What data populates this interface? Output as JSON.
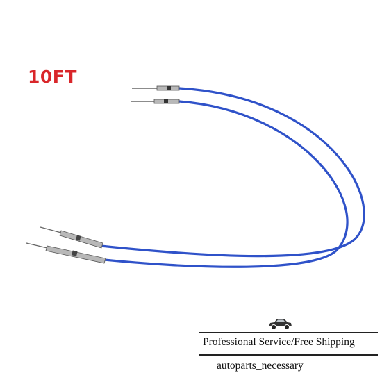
{
  "product": {
    "size_label": "10FT",
    "label_color": "#d9262a",
    "cable_color": "#2f52c9",
    "image_subject": "two blue push-pull control cables with metal end fittings"
  },
  "badge": {
    "service_text": "Professional Service/Free Shipping",
    "store_name": "autoparts_necessary",
    "icon": "car-icon"
  }
}
